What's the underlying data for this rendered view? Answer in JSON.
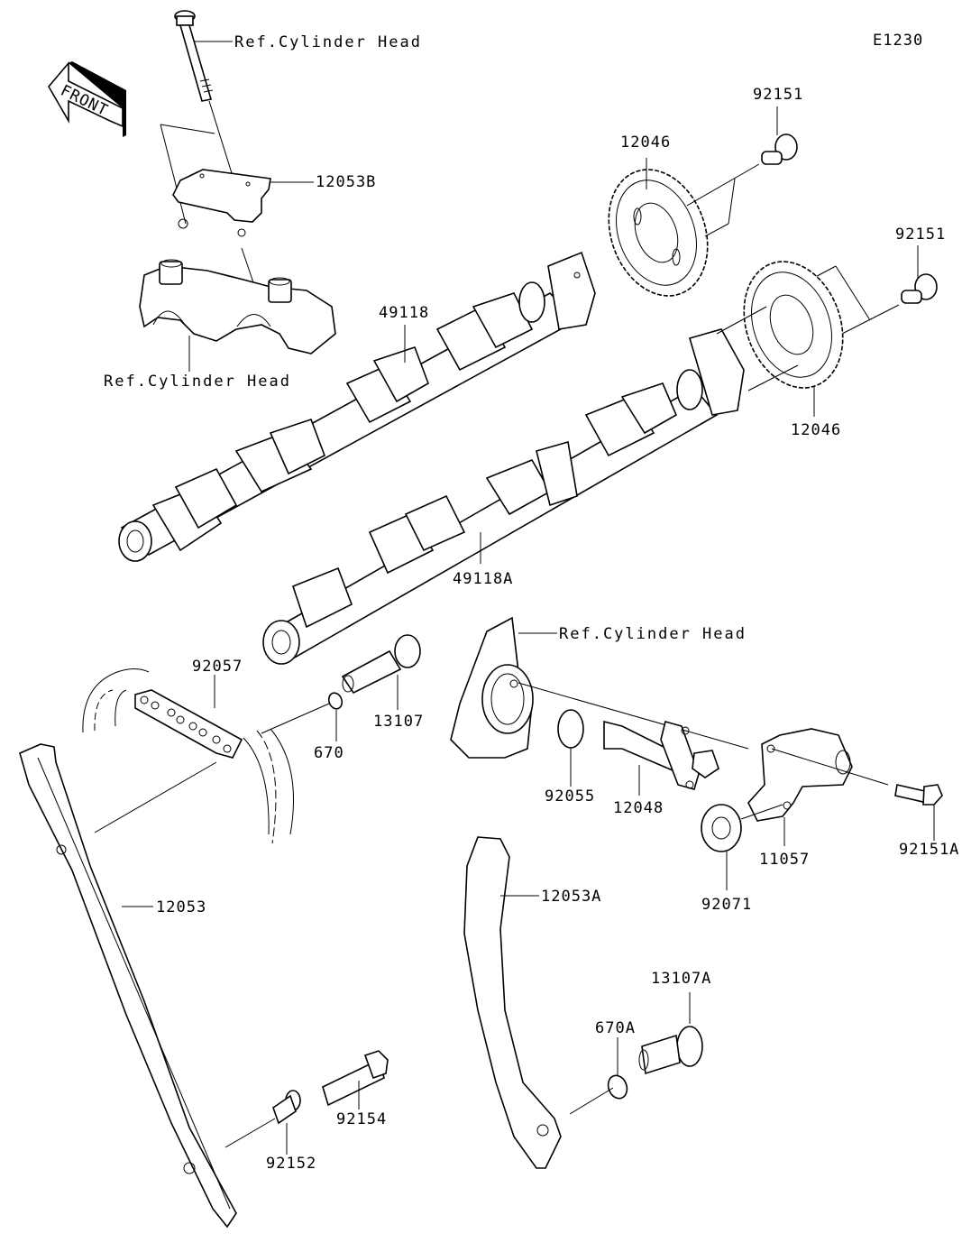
{
  "diagram": {
    "code": "E1230",
    "front_arrow": "FRONT",
    "colors": {
      "line": "#000000",
      "background": "#ffffff"
    },
    "refs": [
      {
        "id": "ref-bolt",
        "text": "Ref.Cylinder Head"
      },
      {
        "id": "ref-caps",
        "text": "Ref.Cylinder Head"
      },
      {
        "id": "ref-tensioner",
        "text": "Ref.Cylinder Head"
      }
    ],
    "parts": [
      {
        "number": "12053B",
        "desc": "chain guide bracket"
      },
      {
        "number": "49118",
        "desc": "camshaft"
      },
      {
        "number": "12046",
        "desc": "cam sprocket (upper)"
      },
      {
        "number": "92151",
        "desc": "bolt (upper)"
      },
      {
        "number": "92151",
        "desc": "bolt (lower)"
      },
      {
        "number": "12046",
        "desc": "cam sprocket (lower)"
      },
      {
        "number": "49118A",
        "desc": "camshaft"
      },
      {
        "number": "92057",
        "desc": "timing chain"
      },
      {
        "number": "670",
        "desc": "o-ring"
      },
      {
        "number": "13107",
        "desc": "pin"
      },
      {
        "number": "92055",
        "desc": "o-ring"
      },
      {
        "number": "12048",
        "desc": "chain tensioner"
      },
      {
        "number": "11057",
        "desc": "bracket"
      },
      {
        "number": "92151A",
        "desc": "bolt"
      },
      {
        "number": "92071",
        "desc": "grommet"
      },
      {
        "number": "12053",
        "desc": "chain guide"
      },
      {
        "number": "12053A",
        "desc": "chain guide"
      },
      {
        "number": "13107A",
        "desc": "pin"
      },
      {
        "number": "670A",
        "desc": "o-ring"
      },
      {
        "number": "92154",
        "desc": "bolt"
      },
      {
        "number": "92152",
        "desc": "collar"
      }
    ]
  }
}
